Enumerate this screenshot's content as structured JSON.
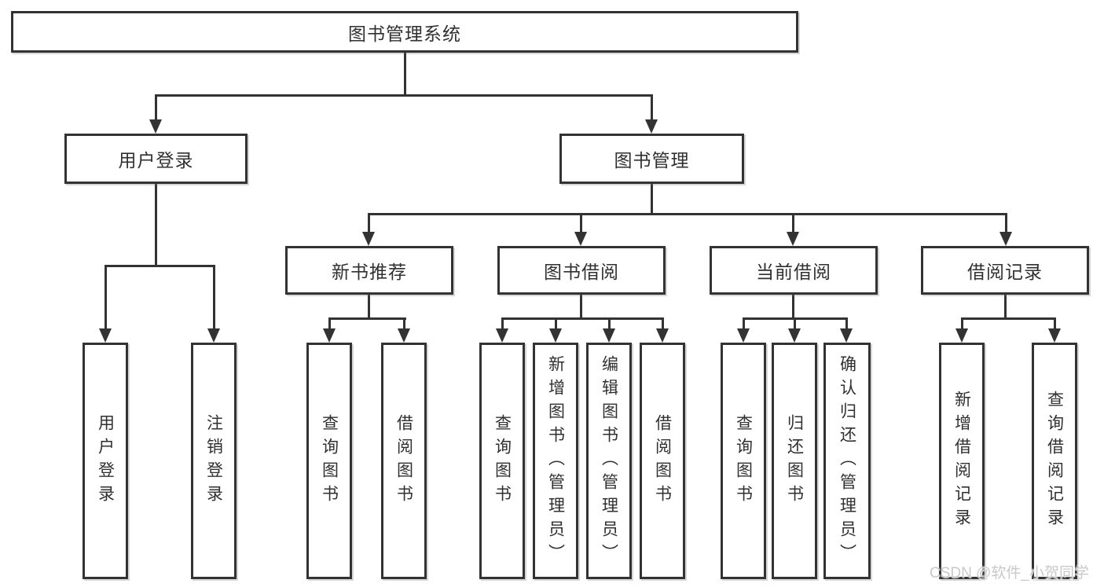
{
  "diagram": {
    "root": {
      "label": "图书管理系统"
    },
    "branches": [
      {
        "label": "用户登录",
        "children": [
          {
            "label": "用户登录"
          },
          {
            "label": "注销登录"
          }
        ]
      },
      {
        "label": "图书管理",
        "children": [
          {
            "label": "新书推荐",
            "children": [
              {
                "label": "查询图书"
              },
              {
                "label": "借阅图书"
              }
            ]
          },
          {
            "label": "图书借阅",
            "children": [
              {
                "label": "查询图书"
              },
              {
                "label": "新增图书（管理员）"
              },
              {
                "label": "编辑图书（管理员）"
              },
              {
                "label": "借阅图书"
              }
            ]
          },
          {
            "label": "当前借阅",
            "children": [
              {
                "label": "查询图书"
              },
              {
                "label": "归还图书"
              },
              {
                "label": "确认归还（管理员）"
              }
            ]
          },
          {
            "label": "借阅记录",
            "children": [
              {
                "label": "新增借阅记录"
              },
              {
                "label": "查询借阅记录"
              }
            ]
          }
        ]
      }
    ]
  },
  "watermark": {
    "text": "CSDN @软件_小贺同学"
  },
  "colors": {
    "line": "#333333",
    "text": "#303030",
    "background": "#ffffff",
    "watermark": "#c9c9c9"
  }
}
